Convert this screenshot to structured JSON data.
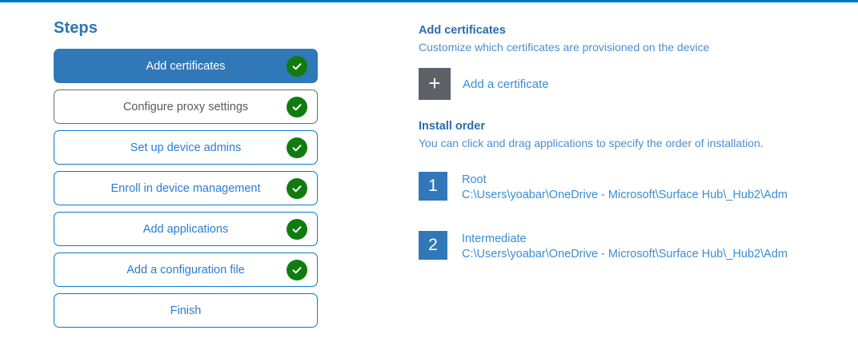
{
  "accent_bar_color": "#0078c8",
  "colors": {
    "active_step": "#3178b8",
    "blue_border": "#0a7ad1",
    "gray_border": "#6b6b6b",
    "check_green": "#107c10",
    "plus_gray": "#5d6268",
    "badge_blue": "#3178b8",
    "heading_blue": "#2b6cb0",
    "link_blue": "#3a8dd4"
  },
  "steps_panel": {
    "title": "Steps",
    "items": [
      {
        "label": "Add certificates",
        "state": "active",
        "completed": true
      },
      {
        "label": "Configure proxy settings",
        "state": "gray",
        "completed": true
      },
      {
        "label": "Set up device admins",
        "state": "blue",
        "completed": true
      },
      {
        "label": "Enroll in device management",
        "state": "blue",
        "completed": true
      },
      {
        "label": "Add applications",
        "state": "blue",
        "completed": true
      },
      {
        "label": "Add a configuration file",
        "state": "blue",
        "completed": true
      },
      {
        "label": "Finish",
        "state": "blue",
        "completed": false
      }
    ]
  },
  "detail": {
    "heading": "Add certificates",
    "subheading": "Customize which certificates are provisioned on the device",
    "add_certificate_label": "Add a certificate",
    "plus_icon": "+",
    "install_order": {
      "heading": "Install order",
      "subheading": "You can click and drag applications to specify the order of installation.",
      "items": [
        {
          "number": "1",
          "name": "Root",
          "path": "C:\\Users\\yoabar\\OneDrive - Microsoft\\Surface Hub\\_Hub2\\Adm"
        },
        {
          "number": "2",
          "name": "Intermediate",
          "path": "C:\\Users\\yoabar\\OneDrive - Microsoft\\Surface Hub\\_Hub2\\Adm"
        }
      ]
    }
  }
}
